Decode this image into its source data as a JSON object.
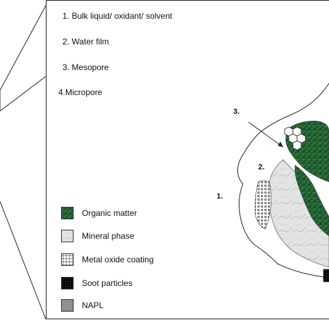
{
  "definitions": [
    {
      "text": "1. Bulk liquid/ oxidant/ solvent"
    },
    {
      "text": "2. Water film"
    },
    {
      "text": "3. Mesopore"
    },
    {
      "text": "4.Micropore"
    }
  ],
  "diagram_labels": {
    "label_1": "1.",
    "label_2": "2.",
    "label_3": "3."
  },
  "legend": [
    {
      "label": "Organic matter",
      "pattern": "organic",
      "color": "#1f5a2e"
    },
    {
      "label": "Mineral phase",
      "pattern": "mineral",
      "color": "#dcdcdc"
    },
    {
      "label": "Metal oxide coating",
      "pattern": "dots",
      "color": "#ffffff"
    },
    {
      "label": "Soot particles",
      "pattern": "soot",
      "color": "#000000"
    },
    {
      "label": "NAPL",
      "pattern": "napl",
      "color": "#888888"
    }
  ]
}
